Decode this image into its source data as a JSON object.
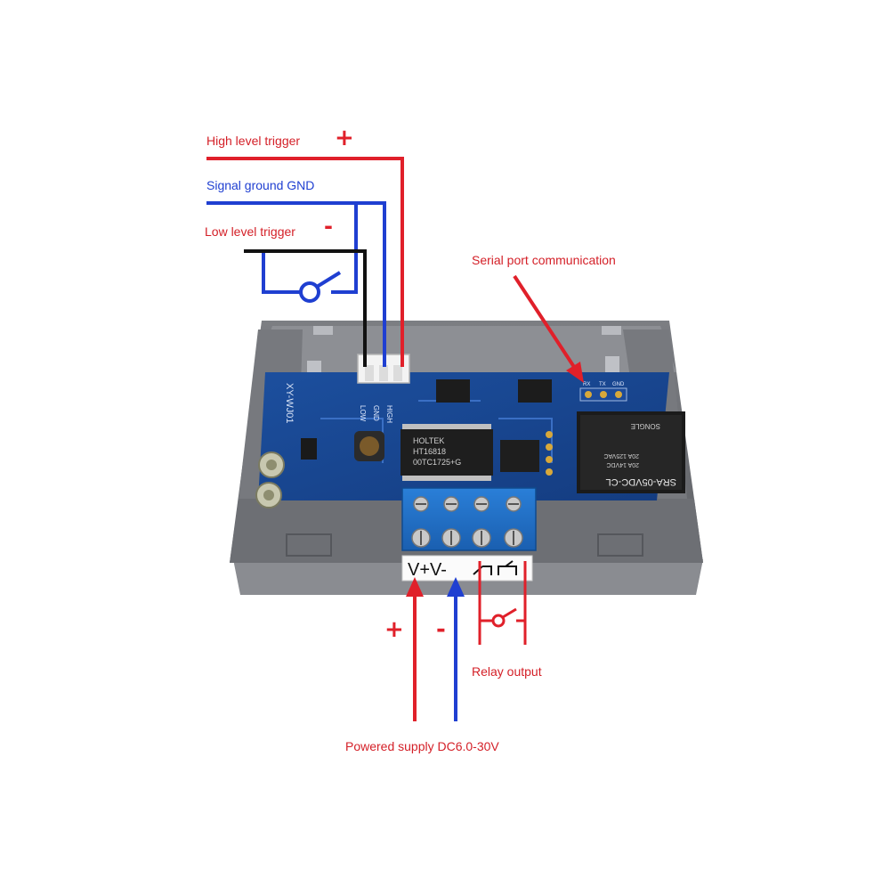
{
  "labels": {
    "high_trigger": "High level trigger",
    "signal_ground": "Signal ground GND",
    "low_trigger": "Low level trigger",
    "serial": "Serial port communication",
    "relay_output": "Relay output",
    "power_supply": "Powered supply DC6.0-30V"
  },
  "signs": {
    "plus": "+",
    "minus": "-"
  },
  "board": {
    "model": "XY-WJ01",
    "connector_pins": [
      "LOW",
      "GND",
      "HIGH"
    ],
    "chip_brand": "HOLTEK",
    "chip_model": "HT16818",
    "chip_code": "00TC1725+G",
    "serial_pins": [
      "RX",
      "TX",
      "GND"
    ],
    "relay_model": "SRA-05VDC-CL",
    "relay_rating1": "20A 14VDC",
    "relay_rating2": "20A 125VAC",
    "relay_brand": "SONGLE",
    "terminal_label": "V+V-"
  },
  "colors": {
    "red_wire": "#e0202a",
    "blue_wire": "#1f3fd1",
    "black_wire": "#111111",
    "label_red": "#d42028"
  }
}
